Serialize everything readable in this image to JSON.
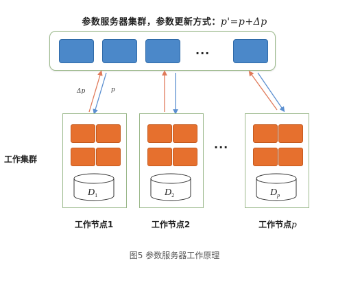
{
  "title": {
    "prefix": "参数服务器集群，参数更新方式：",
    "formula": "p'=p+Δp"
  },
  "server_dots": "...",
  "worker_dots": "...",
  "cluster_label": "工作集群",
  "arrow_labels": {
    "up": "Δp",
    "down": "p"
  },
  "workers": [
    {
      "label": "工作节点1",
      "storage": "D",
      "sub": "1"
    },
    {
      "label": "工作节点2",
      "storage": "D",
      "sub": "2"
    },
    {
      "label_prefix": "工作节点",
      "label_var": "p",
      "storage": "D",
      "sub": "p"
    }
  ],
  "caption": "图5  参数服务器工作原理",
  "colors": {
    "server_fill": "#4b88c9",
    "task_fill": "#e6702e",
    "up_arrow": "#e07a5a",
    "down_arrow": "#5b8fd0",
    "box_border": "#9ab88a"
  }
}
